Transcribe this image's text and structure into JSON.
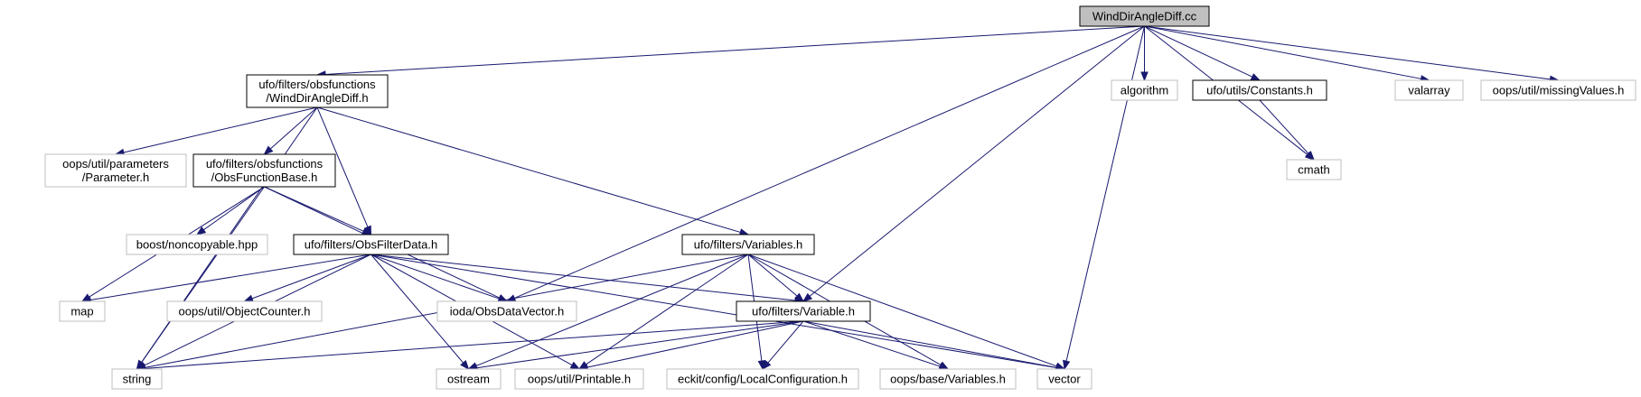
{
  "nodes": [
    {
      "id": "root",
      "kind": "root",
      "lines": [
        "WindDirAngleDiff.cc"
      ]
    },
    {
      "id": "wdad_h",
      "kind": "doc",
      "lines": [
        "ufo/filters/obsfunctions",
        "/WindDirAngleDiff.h"
      ]
    },
    {
      "id": "algorithm",
      "kind": "ext",
      "lines": [
        "algorithm"
      ]
    },
    {
      "id": "constants",
      "kind": "doc",
      "lines": [
        "ufo/utils/Constants.h"
      ]
    },
    {
      "id": "valarray",
      "kind": "ext",
      "lines": [
        "valarray"
      ]
    },
    {
      "id": "missing",
      "kind": "ext",
      "lines": [
        "oops/util/missingValues.h"
      ]
    },
    {
      "id": "cmath",
      "kind": "ext",
      "lines": [
        "cmath"
      ]
    },
    {
      "id": "parameter",
      "kind": "ext",
      "lines": [
        "oops/util/parameters",
        "/Parameter.h"
      ]
    },
    {
      "id": "obsfuncbase",
      "kind": "doc",
      "lines": [
        "ufo/filters/obsfunctions",
        "/ObsFunctionBase.h"
      ]
    },
    {
      "id": "noncopyable",
      "kind": "ext",
      "lines": [
        "boost/noncopyable.hpp"
      ]
    },
    {
      "id": "obsfilterdata",
      "kind": "doc",
      "lines": [
        "ufo/filters/ObsFilterData.h"
      ]
    },
    {
      "id": "variables_h",
      "kind": "doc",
      "lines": [
        "ufo/filters/Variables.h"
      ]
    },
    {
      "id": "map",
      "kind": "ext",
      "lines": [
        "map"
      ]
    },
    {
      "id": "objcounter",
      "kind": "ext",
      "lines": [
        "oops/util/ObjectCounter.h"
      ]
    },
    {
      "id": "obsdatavector",
      "kind": "ext",
      "lines": [
        "ioda/ObsDataVector.h"
      ]
    },
    {
      "id": "variable_h",
      "kind": "doc",
      "lines": [
        "ufo/filters/Variable.h"
      ]
    },
    {
      "id": "string",
      "kind": "ext",
      "lines": [
        "string"
      ]
    },
    {
      "id": "ostream",
      "kind": "ext",
      "lines": [
        "ostream"
      ]
    },
    {
      "id": "printable",
      "kind": "ext",
      "lines": [
        "oops/util/Printable.h"
      ]
    },
    {
      "id": "localconfig",
      "kind": "ext",
      "lines": [
        "eckit/config/LocalConfiguration.h"
      ]
    },
    {
      "id": "oopsvariables",
      "kind": "ext",
      "lines": [
        "oops/base/Variables.h"
      ]
    },
    {
      "id": "vector",
      "kind": "ext",
      "lines": [
        "vector"
      ]
    }
  ],
  "edges": [
    [
      "root",
      "wdad_h"
    ],
    [
      "root",
      "algorithm"
    ],
    [
      "root",
      "constants"
    ],
    [
      "root",
      "valarray"
    ],
    [
      "root",
      "missing"
    ],
    [
      "root",
      "cmath"
    ],
    [
      "root",
      "obsdatavector"
    ],
    [
      "root",
      "variable_h"
    ],
    [
      "root",
      "vector"
    ],
    [
      "constants",
      "cmath"
    ],
    [
      "wdad_h",
      "parameter"
    ],
    [
      "wdad_h",
      "obsfuncbase"
    ],
    [
      "wdad_h",
      "obsfilterdata"
    ],
    [
      "wdad_h",
      "variables_h"
    ],
    [
      "wdad_h",
      "string"
    ],
    [
      "obsfuncbase",
      "noncopyable"
    ],
    [
      "obsfuncbase",
      "obsfilterdata"
    ],
    [
      "obsfuncbase",
      "obsdatavector"
    ],
    [
      "obsfuncbase",
      "map"
    ],
    [
      "obsfuncbase",
      "string"
    ],
    [
      "obsfilterdata",
      "map"
    ],
    [
      "obsfilterdata",
      "objcounter"
    ],
    [
      "obsfilterdata",
      "obsdatavector"
    ],
    [
      "obsfilterdata",
      "variable_h"
    ],
    [
      "obsfilterdata",
      "string"
    ],
    [
      "obsfilterdata",
      "ostream"
    ],
    [
      "obsfilterdata",
      "printable"
    ],
    [
      "obsfilterdata",
      "vector"
    ],
    [
      "variables_h",
      "variable_h"
    ],
    [
      "variables_h",
      "string"
    ],
    [
      "variables_h",
      "ostream"
    ],
    [
      "variables_h",
      "printable"
    ],
    [
      "variables_h",
      "localconfig"
    ],
    [
      "variables_h",
      "oopsvariables"
    ],
    [
      "variables_h",
      "vector"
    ],
    [
      "variable_h",
      "string"
    ],
    [
      "variable_h",
      "ostream"
    ],
    [
      "variable_h",
      "printable"
    ],
    [
      "variable_h",
      "localconfig"
    ],
    [
      "variable_h",
      "oopsvariables"
    ],
    [
      "variable_h",
      "vector"
    ]
  ]
}
